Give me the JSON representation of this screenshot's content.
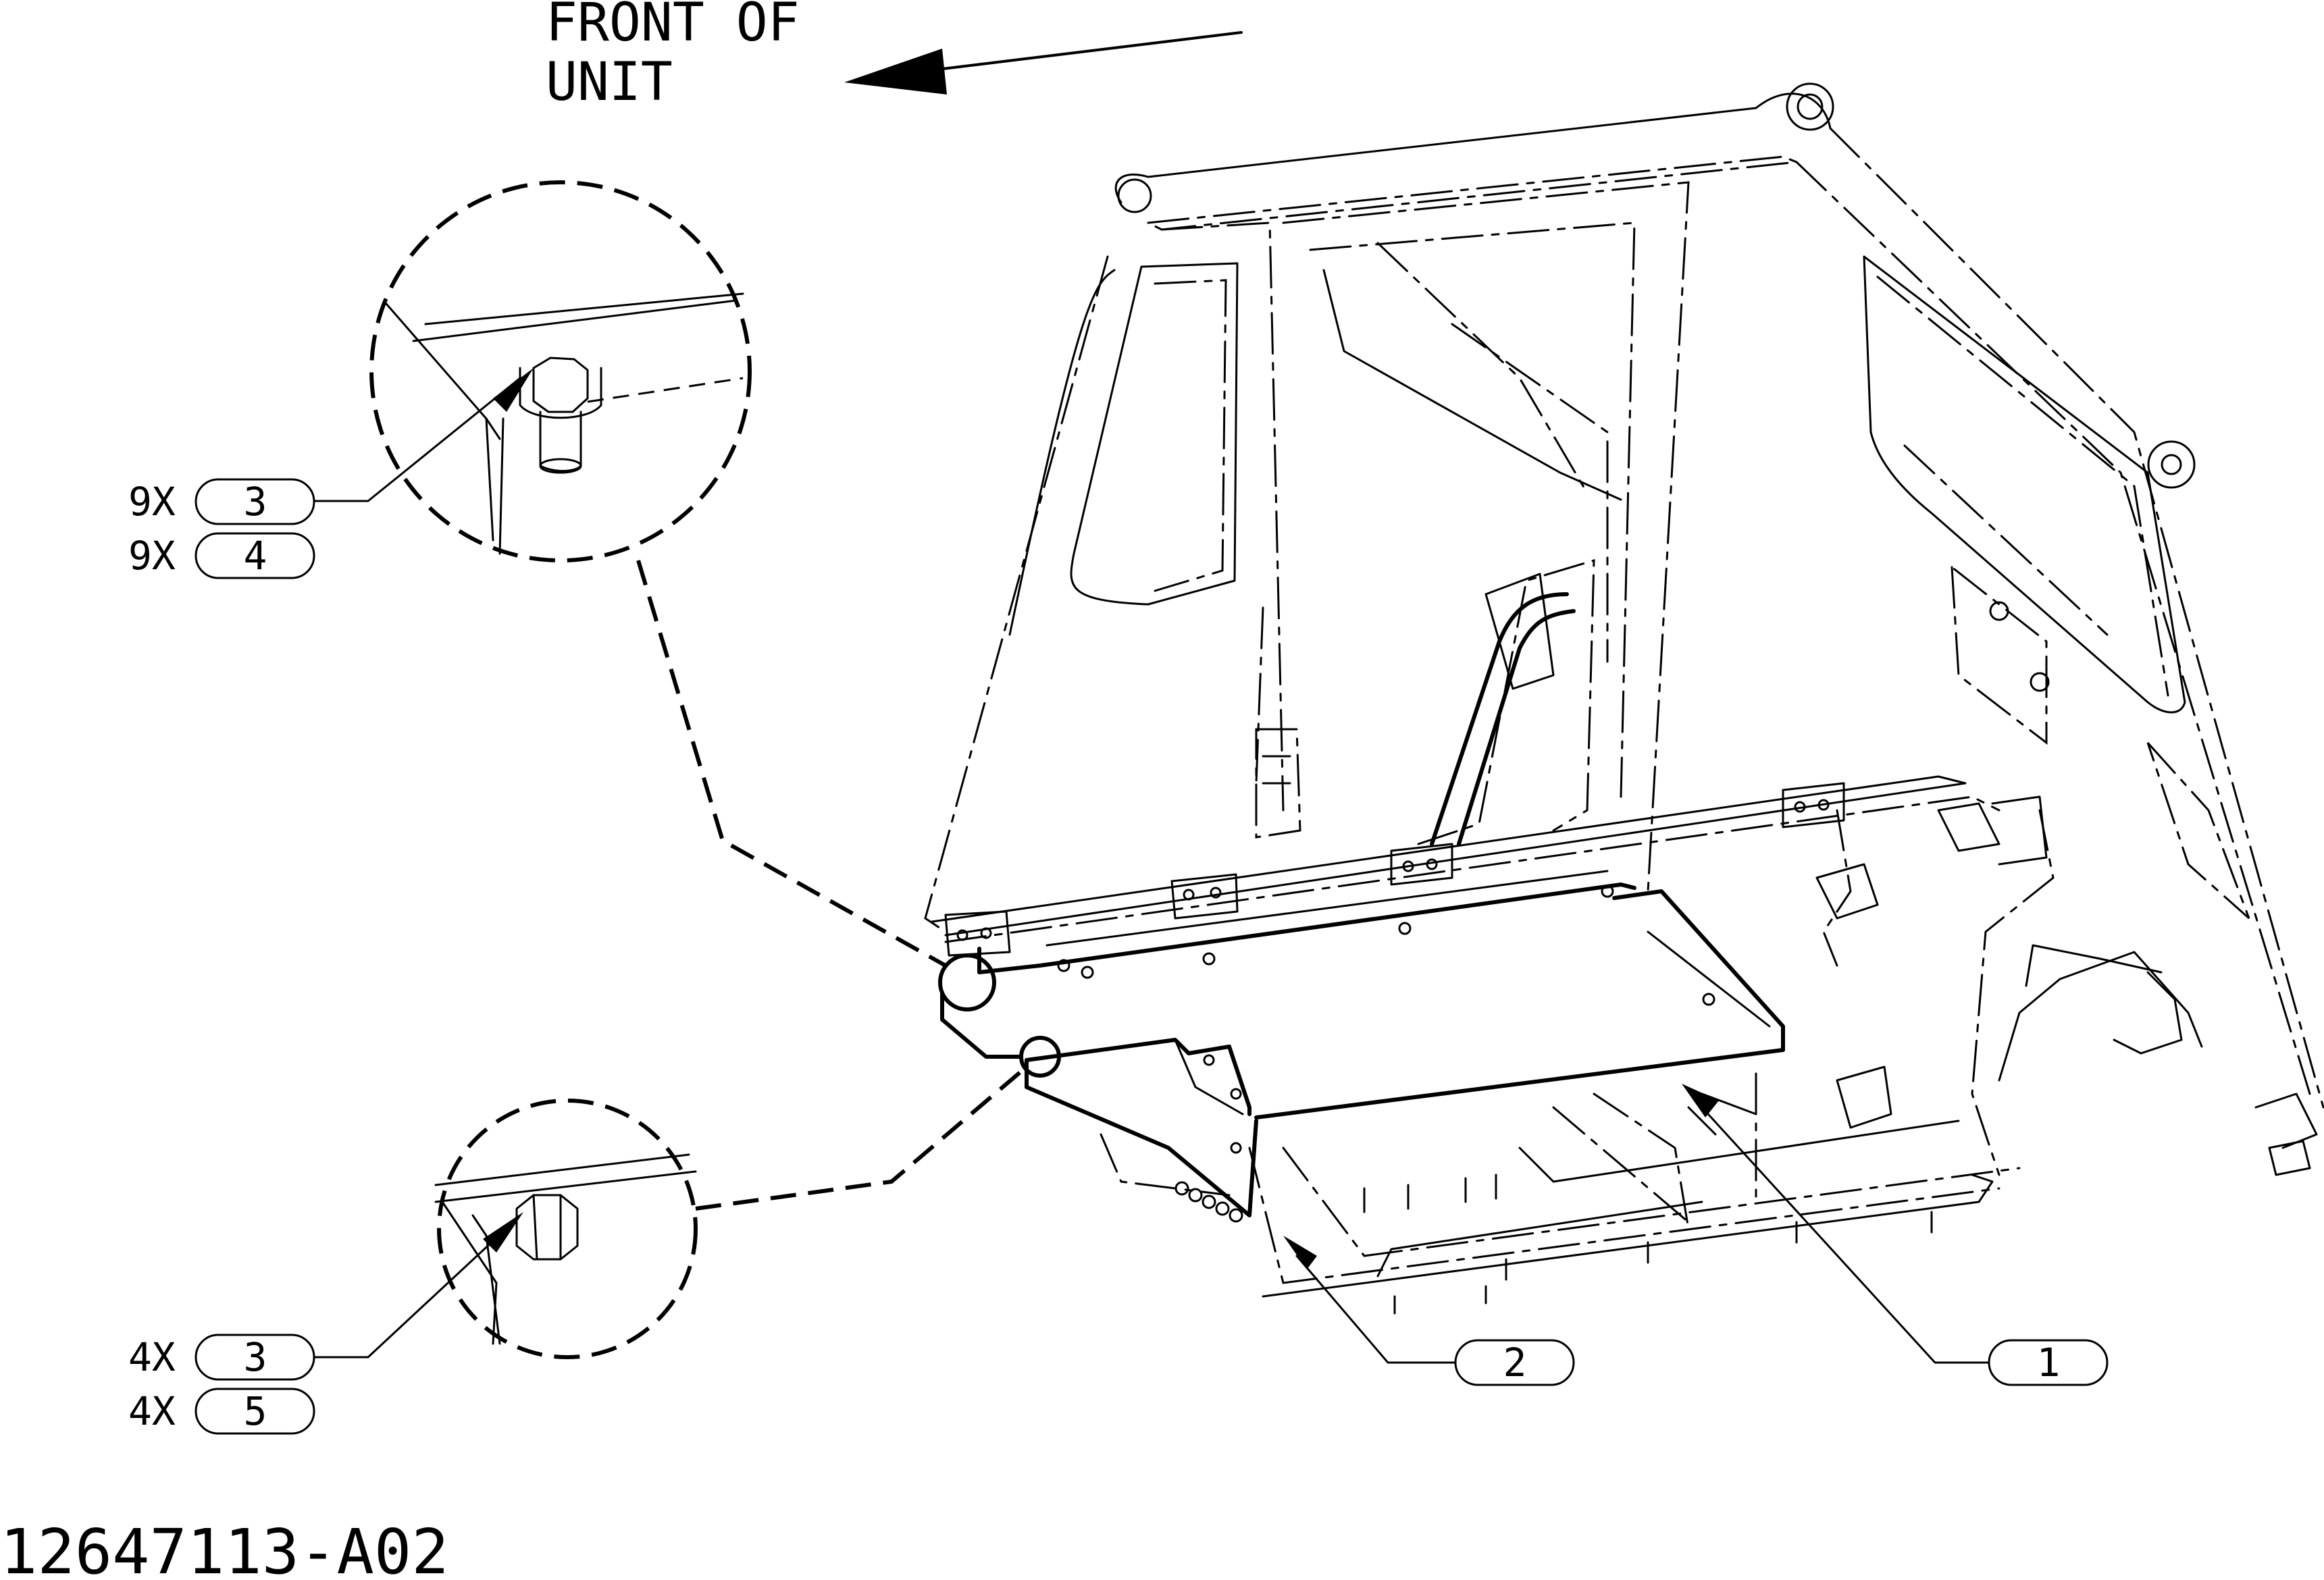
{
  "header": {
    "front_line1": "FRONT OF",
    "front_line2": "UNIT"
  },
  "callouts": {
    "detail_top": [
      {
        "qty": "9X",
        "item": "3"
      },
      {
        "qty": "9X",
        "item": "4"
      }
    ],
    "detail_bottom": [
      {
        "qty": "4X",
        "item": "3"
      },
      {
        "qty": "4X",
        "item": "5"
      }
    ],
    "part_2": "2",
    "part_1": "1"
  },
  "drawing_number": "12647113-A02"
}
